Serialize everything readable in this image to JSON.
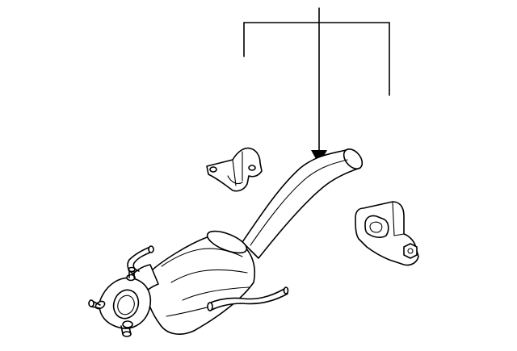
{
  "diagram": {
    "type": "exploded-parts-illustration",
    "background_color": "#ffffff",
    "line_color": "#000000",
    "callouts": [
      {
        "points_to": "exhaust-pipe",
        "style": "arrow"
      },
      {
        "points_to": "left-bracket",
        "style": "leader-line"
      },
      {
        "points_to": "right-bracket",
        "style": "leader-line"
      }
    ],
    "parts": [
      {
        "part": "catalytic-converter-assembly"
      },
      {
        "part": "exhaust-pipe"
      },
      {
        "part": "hanger-bracket-left"
      },
      {
        "part": "hanger-bracket-right"
      }
    ]
  }
}
